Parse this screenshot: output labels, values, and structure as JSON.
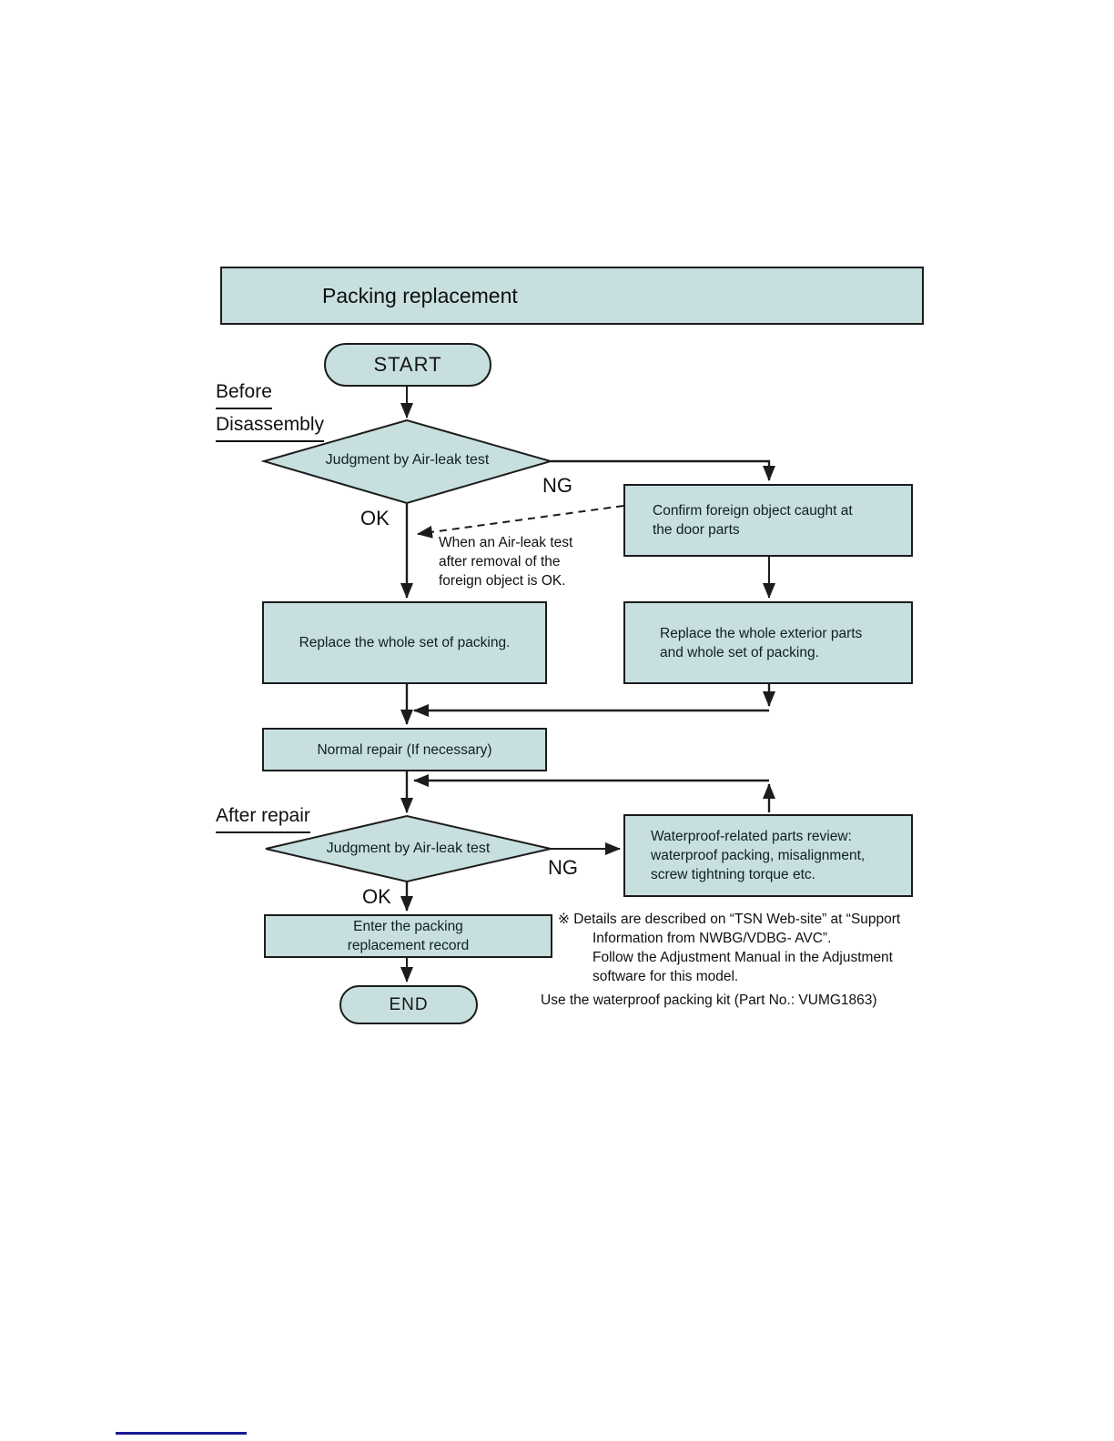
{
  "header": {
    "title": "Packing replacement"
  },
  "terminals": {
    "start": "START",
    "end": "END"
  },
  "phase_labels": {
    "before": [
      "Before",
      "Disassembly"
    ],
    "after": "After repair"
  },
  "decisions": {
    "airleak_before": "Judgment by Air-leak test",
    "airleak_after": "Judgment by Air-leak test"
  },
  "branch_labels": {
    "ng_1": "NG",
    "ok_1": "OK",
    "ng_2": "NG",
    "ok_2": "OK"
  },
  "process_boxes": {
    "confirm_foreign_object": "Confirm foreign object caught at\nthe door parts",
    "replace_packing": "Replace the whole set of packing.",
    "replace_exterior": "Replace the whole exterior parts\nand whole set of packing.",
    "normal_repair": "Normal repair  (If necessary)",
    "waterproof_review": "Waterproof-related parts review:\nwaterproof packing, misalignment,\nscrew tightning torque etc.",
    "enter_record": "Enter the packing\nreplacement record"
  },
  "annotations": {
    "dashed_condition": "When an Air-leak test\nafter removal of the\nforeign object is OK.",
    "details_note": "※ Details are described on “TSN Web-site” at “Support\nInformation from NWBG/VDBG- AVC”.\nFollow the Adjustment Manual in the Adjustment\nsoftware for this model.",
    "kit_note": "Use the waterproof packing kit (Part No.: VUMG1863)"
  },
  "colors": {
    "node_fill": "#c7dfdf",
    "line": "#1c1c1c",
    "footer_rule": "#1a1a96"
  }
}
